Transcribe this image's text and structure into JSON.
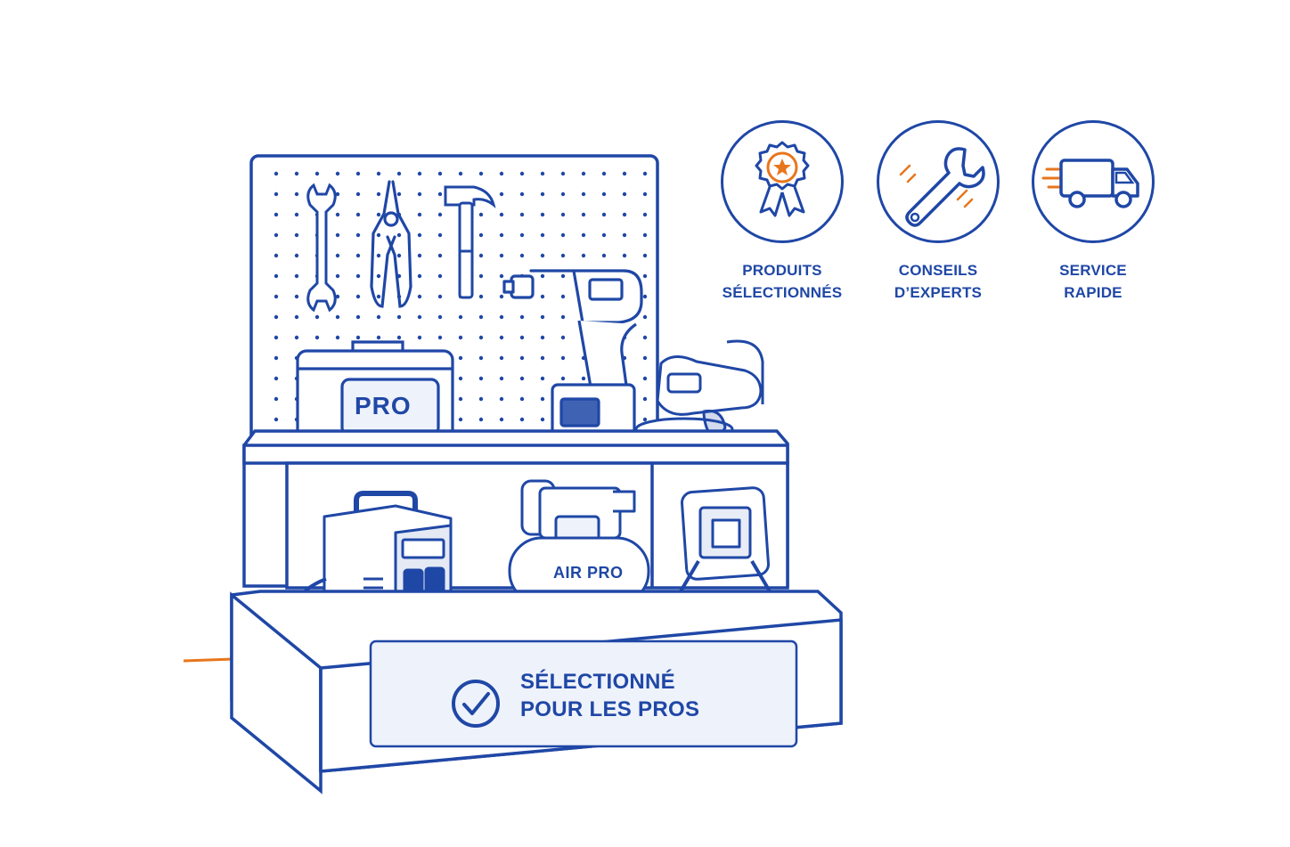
{
  "features": [
    {
      "icon": "award-ribbon-icon",
      "line1": "PRODUITS",
      "line2": "SÉLECTIONNÉS"
    },
    {
      "icon": "wrench-icon",
      "line1": "CONSEILS",
      "line2": "D’EXPERTS"
    },
    {
      "icon": "delivery-truck-icon",
      "line1": "SERVICE",
      "line2": "RAPIDE"
    }
  ],
  "display": {
    "toolcase_label": "PRO",
    "compressor_label": "AIR PRO",
    "sign_line1": "SÉLECTIONNÉ",
    "sign_line2": "POUR LES PROS"
  },
  "colors": {
    "primary": "#1f47a6",
    "accent": "#e8761c",
    "panel": "#eef2fb"
  }
}
